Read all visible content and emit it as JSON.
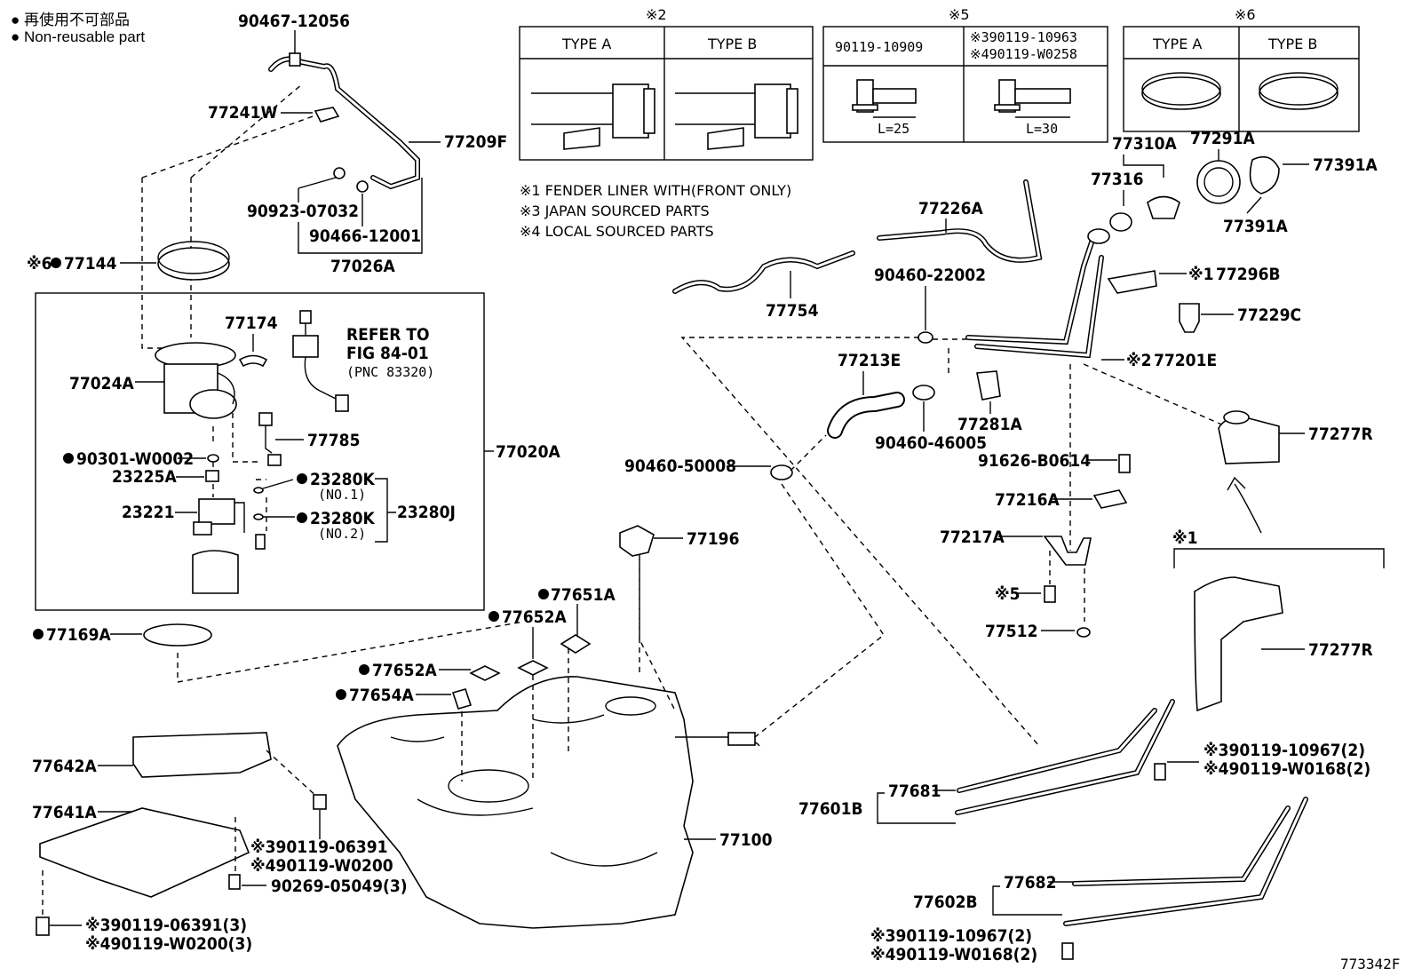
{
  "legend": {
    "jp": "再使用不可部品",
    "en": "Non-reusable part"
  },
  "figure_id": "773342F",
  "notes": {
    "n1": "※1 FENDER LINER WITH(FRONT ONLY)",
    "n3": "※3 JAPAN SOURCED PARTS",
    "n4": "※4 LOCAL SOURCED PARTS"
  },
  "box2": {
    "mark": "※2",
    "typeA": "TYPE A",
    "typeB": "TYPE B"
  },
  "box5": {
    "mark": "※5",
    "col1": "90119-10909",
    "col2a": "※390119-10963",
    "col2b": "※490119-W0258",
    "l1": "L=25",
    "l2": "L=30"
  },
  "box6": {
    "mark": "※6",
    "typeA": "TYPE A",
    "typeB": "TYPE B"
  },
  "refer": {
    "l1": "REFER TO",
    "l2": "FIG 84-01",
    "l3": "(PNC 83320)"
  },
  "labels": {
    "p90467": "90467-12056",
    "p77241W": "77241W",
    "p77209F": "77209F",
    "p90923": "90923-07032",
    "p90466": "90466-12001",
    "p77026A": "77026A",
    "p77144": "77144",
    "p77144m": "※6",
    "p77174": "77174",
    "p77024A": "77024A",
    "p77785": "77785",
    "p77020A": "77020A",
    "p90301": "90301-W0002",
    "p23225A": "23225A",
    "p23280K1": "23280K",
    "p23280K1s": "(NO.1)",
    "p23280K2": "23280K",
    "p23280K2s": "(NO.2)",
    "p23221": "23221",
    "p23280J": "23280J",
    "p77169A": "77169A",
    "p77652A1": "77652A",
    "p77651A": "77651A",
    "p77652A2": "77652A",
    "p77654A": "77654A",
    "p77642A": "77642A",
    "p77641A": "77641A",
    "p90119_06391": "※390119-06391",
    "p90119_W0200": "※490119-W0200",
    "p90269": "90269-05049(3)",
    "p90119_06391_3": "※390119-06391(3)",
    "p90119_W0200_3": "※490119-W0200(3)",
    "p77196": "77196",
    "p90460_50008": "90460-50008",
    "p77100": "77100",
    "p77226A": "77226A",
    "p77754": "77754",
    "p90460_22002": "90460-22002",
    "p77213E": "77213E",
    "p90460_46005": "90460-46005",
    "p77281A": "77281A",
    "p77310A": "77310A",
    "p77316": "77316",
    "p77291A": "77291A",
    "p77391A1": "77391A",
    "p77391A2": "77391A",
    "p77296B": "77296B",
    "p77296Bm": "※1",
    "p77229C": "77229C",
    "p77201E": "77201E",
    "p77201Em": "※2",
    "p77277R1": "77277R",
    "p77277R2": "77277R",
    "p91626": "91626-B0614",
    "p77216A": "77216A",
    "p77217A": "77217A",
    "p77217Am": "※5",
    "p77512": "77512",
    "note1mark": "※1",
    "p90119_10967": "※390119-10967(2)",
    "p90119_W0168": "※490119-W0168(2)",
    "p77681": "77681",
    "p77601B": "77601B",
    "p77682": "77682",
    "p77602B": "77602B",
    "p90119_10967b": "※390119-10967(2)",
    "p90119_W0168b": "※490119-W0168(2)"
  }
}
